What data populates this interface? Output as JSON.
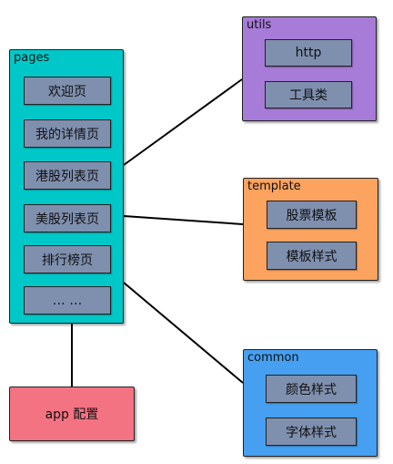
{
  "colors": {
    "pages": "#00c8c8",
    "utils": "#a77bd8",
    "template": "#fba35f",
    "common": "#469ff0",
    "app": "#f47383",
    "item": "#7f8fae",
    "line": "#000000"
  },
  "pages": {
    "label": "pages",
    "items": [
      "欢迎页",
      "我的详情页",
      "港股列表页",
      "美股列表页",
      "排行榜页",
      "… …"
    ]
  },
  "utils": {
    "label": "utils",
    "items": [
      "http",
      "工具类"
    ]
  },
  "template": {
    "label": "template",
    "items": [
      "股票模板",
      "模板样式"
    ]
  },
  "common": {
    "label": "common",
    "items": [
      "颜色样式",
      "字体样式"
    ]
  },
  "app": {
    "label": "app 配置"
  },
  "connections": [
    {
      "from": "pages",
      "to": "utils"
    },
    {
      "from": "pages",
      "to": "template"
    },
    {
      "from": "pages",
      "to": "common"
    },
    {
      "from": "pages",
      "to": "app"
    }
  ]
}
